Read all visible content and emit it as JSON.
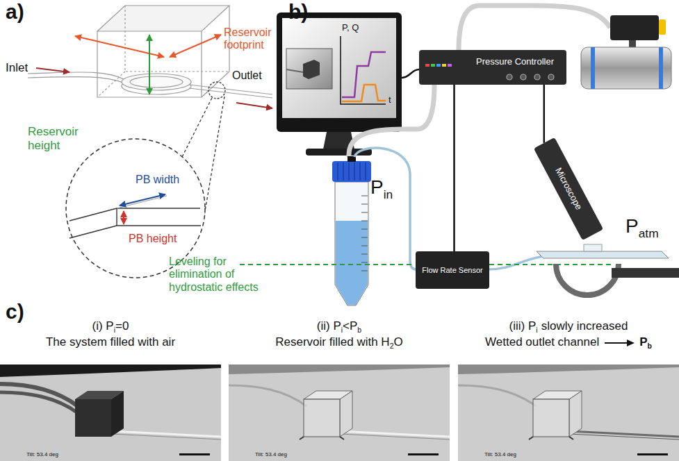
{
  "diagram": {
    "nodes": [
      {
        "text": [
          "Pressure Controller"
        ]
      },
      {
        "text": [
          "Flow Rate Sensor"
        ]
      },
      {
        "text": [
          "Microscope"
        ]
      }
    ],
    "edges": [
      {
        "from": 0,
        "to": 1,
        "arrow": "none"
      },
      {
        "from": 0,
        "to": 2,
        "arrow": "none"
      }
    ],
    "labels": [
      "a)",
      "Inlet",
      "Reservoir footprint",
      "Outlet",
      "Reservoir height",
      "PB width",
      "PB height",
      "b)",
      "P, Q",
      "t",
      "P",
      "in",
      "Leveling for elimination of hydrostatic effects",
      "P",
      "atm",
      "c)",
      "(i) P",
      "i",
      "=0",
      "The system filled with air",
      "(ii) P",
      "i",
      "<P",
      "b",
      "Reservoir filled with H",
      "2",
      "O",
      "(iii) P",
      "i",
      "slowly increased",
      "Wetted outlet channel",
      "P",
      "b",
      "Tilt: 53.4 deg",
      "Tilt: 53.4 deg",
      "Tilt: 53.4 deg"
    ]
  }
}
